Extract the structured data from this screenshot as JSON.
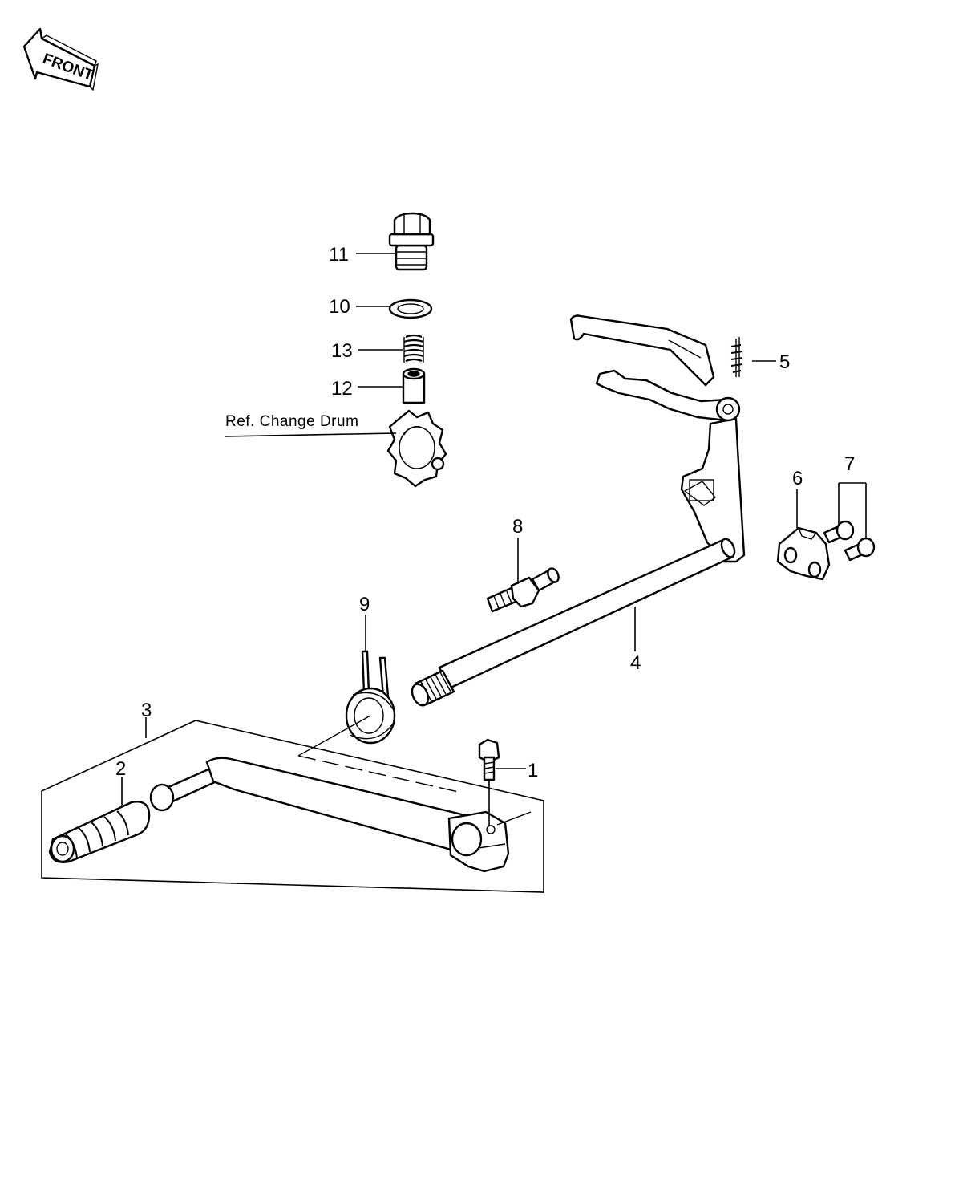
{
  "badge": {
    "text": "FRONT"
  },
  "reference": {
    "text": "Ref. Change Drum"
  },
  "callouts": [
    {
      "id": "c1",
      "label": "1"
    },
    {
      "id": "c2",
      "label": "2"
    },
    {
      "id": "c3",
      "label": "3"
    },
    {
      "id": "c4",
      "label": "4"
    },
    {
      "id": "c5",
      "label": "5"
    },
    {
      "id": "c6",
      "label": "6"
    },
    {
      "id": "c7",
      "label": "7"
    },
    {
      "id": "c8",
      "label": "8"
    },
    {
      "id": "c9",
      "label": "9"
    },
    {
      "id": "c10",
      "label": "10"
    },
    {
      "id": "c11",
      "label": "11"
    },
    {
      "id": "c12",
      "label": "12"
    },
    {
      "id": "c13",
      "label": "13"
    }
  ]
}
